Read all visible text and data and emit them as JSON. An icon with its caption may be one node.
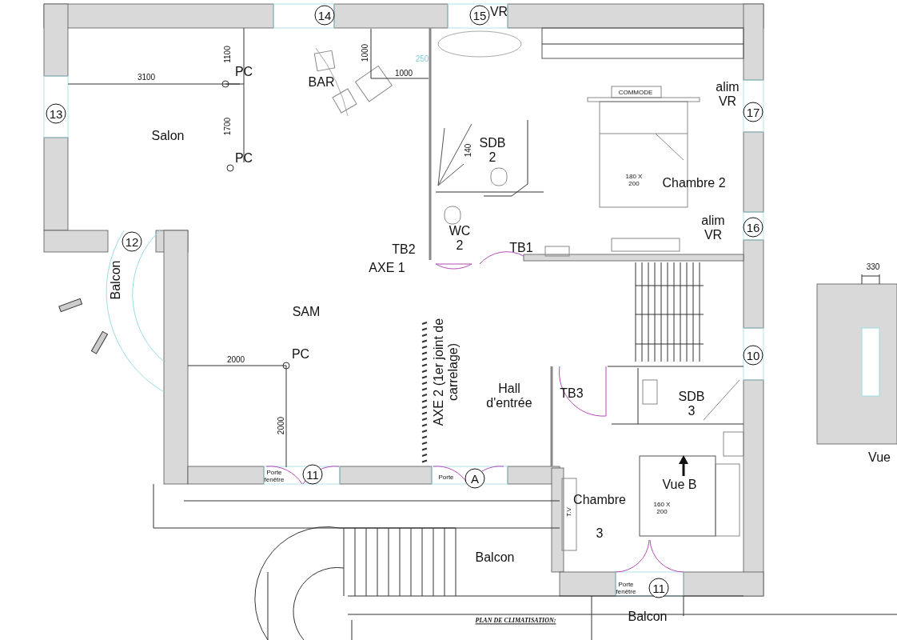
{
  "diagram": {
    "labels": [
      "14",
      "15",
      "VR",
      "PC",
      "1100",
      "1000",
      "250",
      "3100",
      "BAR",
      "1000",
      "COMMODE",
      "alim VR",
      "13",
      "17",
      "Salon",
      "1700",
      "SDB 2",
      "140",
      "PC",
      "180 X 200",
      "Chambre 2",
      "alim VR",
      "16",
      "12",
      "WC 2",
      "TB2",
      "AXE 1",
      "TB1",
      "330",
      "Balcon",
      "SAM",
      "2000",
      "PC",
      "10",
      "AXE 2 (1er joint de carrelage)",
      "Hall d'entrée",
      "TB3",
      "SDB 3",
      "2000",
      "Vue",
      "Porte fenêtre",
      "11",
      "Porte",
      "A",
      "Vue B",
      "Chambre",
      "T.V",
      "160 X 200",
      "3",
      "Balcon",
      "Porte fenêtre",
      "11",
      "Balcon",
      "PLAN DE CLIMATISATION:"
    ]
  }
}
